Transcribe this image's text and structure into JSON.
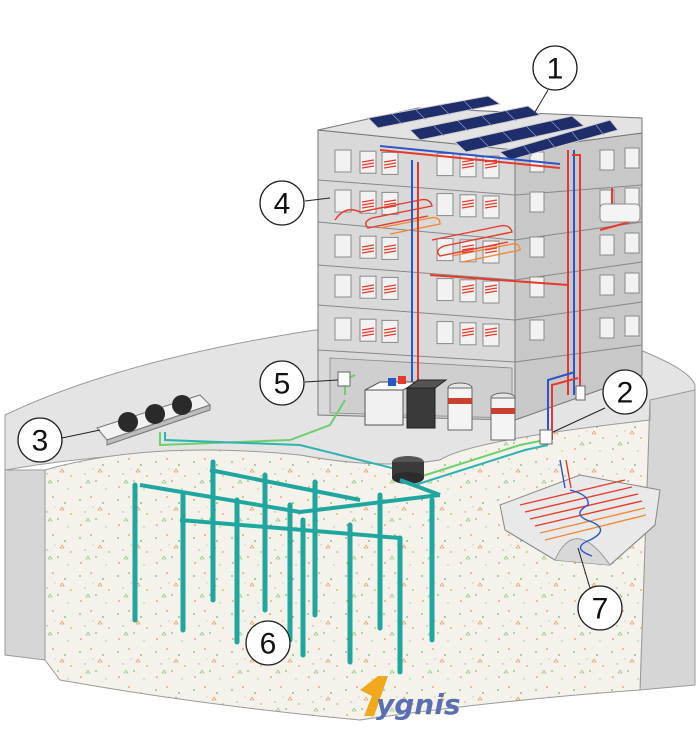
{
  "callouts": [
    {
      "id": "1",
      "label": "1"
    },
    {
      "id": "2",
      "label": "2"
    },
    {
      "id": "3",
      "label": "3"
    },
    {
      "id": "4",
      "label": "4"
    },
    {
      "id": "5",
      "label": "5"
    },
    {
      "id": "6",
      "label": "6"
    },
    {
      "id": "7",
      "label": "7"
    }
  ],
  "logo": {
    "text": "ygnis",
    "mark_color": "#f0a81c"
  },
  "colors": {
    "building": "#d7d7d7",
    "building_dark": "#b9b9b9",
    "ground_top": "#e6e6e6",
    "soil": "#f3f1e8",
    "pipe_hot": "#e53a2b",
    "pipe_cold": "#2b56c9",
    "pipe_green": "#6fcf6f",
    "pipe_teal": "#2fb2b0",
    "probe": "#1fa79f",
    "solar": "#1f2e6b"
  }
}
